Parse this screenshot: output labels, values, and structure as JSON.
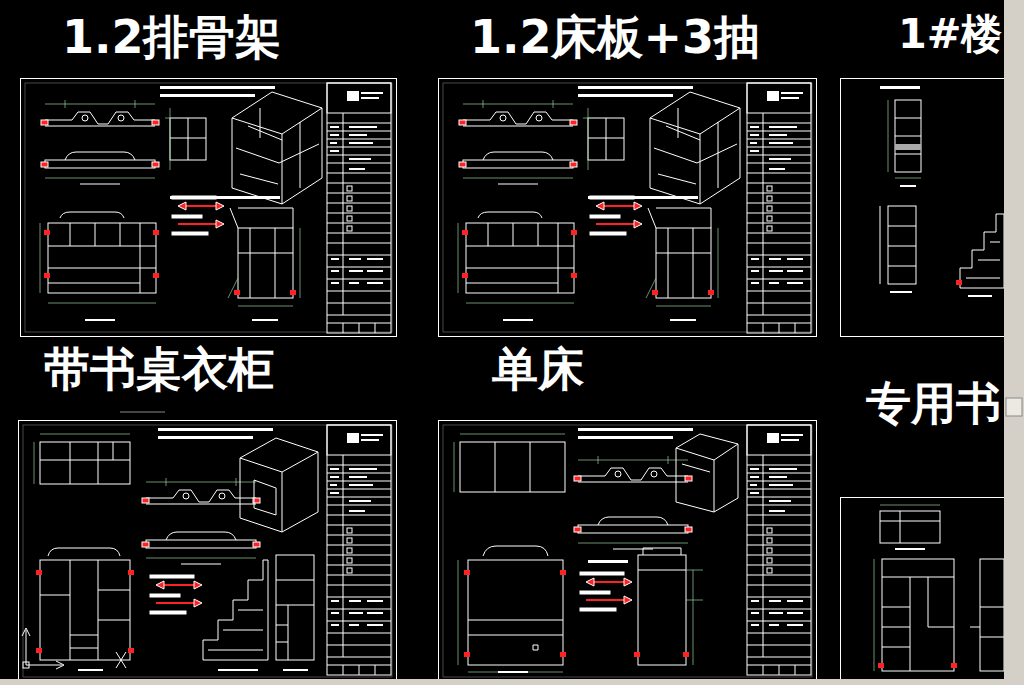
{
  "diagram": {
    "nodes": [
      {
        "text": [
          "1.2排骨架"
        ]
      },
      {
        "text": [
          "1.2床板+3抽"
        ]
      },
      {
        "text": [
          "1#楼"
        ]
      },
      {
        "text": [
          "带书桌衣柜"
        ]
      },
      {
        "text": [
          "单床"
        ]
      },
      {
        "text": [
          "专用书"
        ]
      }
    ]
  }
}
